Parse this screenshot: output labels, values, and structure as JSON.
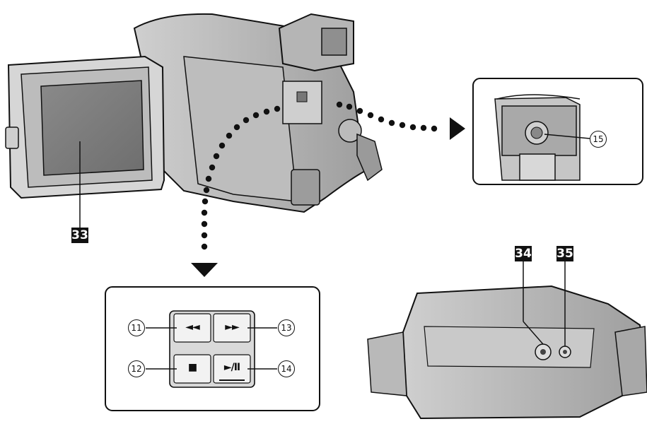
{
  "callouts": {
    "monitor": "33",
    "jack_a": "34",
    "jack_b": "35"
  },
  "numbered": {
    "rewind": "11",
    "stop": "12",
    "fast_forward": "13",
    "play_pause": "14",
    "viewfinder_knob": "15"
  },
  "button_symbols": {
    "rewind": "◄◄",
    "stop": "■",
    "fast_forward": "►►",
    "play_pause": "►/II"
  },
  "icons": [
    "camcorder-illustration",
    "dotted-arrow-down",
    "dotted-arrow-right",
    "camcorder-underside-illustration"
  ]
}
